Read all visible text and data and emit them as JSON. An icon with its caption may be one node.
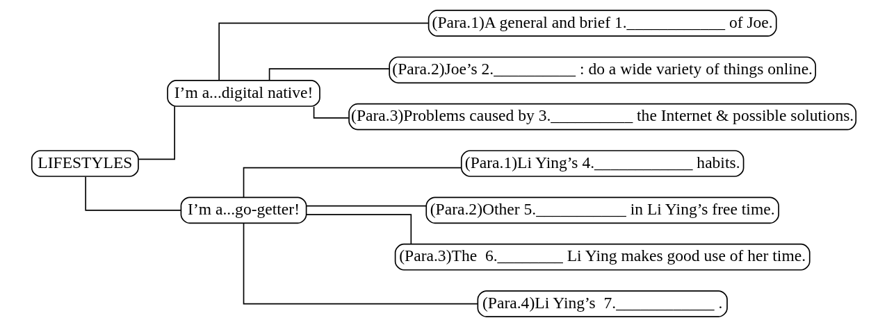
{
  "diagram": {
    "nodes": [
      {
        "text": [
          "LIFESTYLES"
        ]
      },
      {
        "text": [
          "I’m a...digital native!"
        ]
      },
      {
        "text": [
          "(Para.1)A general and brief 1.____________ of Joe."
        ]
      },
      {
        "text": [
          "(Para.2)Joe’s 2.__________ : do a wide variety of things online."
        ]
      },
      {
        "text": [
          "(Para.3)Problems caused by 3.__________ the Internet & possible solutions."
        ]
      },
      {
        "text": [
          "I’m a...go-getter!"
        ]
      },
      {
        "text": [
          "(Para.1)Li Ying’s 4.____________ habits."
        ]
      },
      {
        "text": [
          "(Para.2)Other 5.___________ in Li Ying’s free time."
        ]
      },
      {
        "text": [
          "(Para.3)The  6.________ Li Ying makes good use of her time."
        ]
      },
      {
        "text": [
          "(Para.4)Li Ying’s  7.____________ ."
        ]
      }
    ],
    "edges": [
      {
        "from": 0,
        "to": 1,
        "arrow": "none"
      },
      {
        "from": 0,
        "to": 5,
        "arrow": "none"
      },
      {
        "from": 1,
        "to": 2,
        "arrow": "none"
      },
      {
        "from": 1,
        "to": 3,
        "arrow": "none"
      },
      {
        "from": 1,
        "to": 4,
        "arrow": "none"
      },
      {
        "from": 5,
        "to": 6,
        "arrow": "none"
      },
      {
        "from": 5,
        "to": 7,
        "arrow": "none"
      },
      {
        "from": 5,
        "to": 8,
        "arrow": "none"
      },
      {
        "from": 5,
        "to": 9,
        "arrow": "none"
      }
    ]
  }
}
